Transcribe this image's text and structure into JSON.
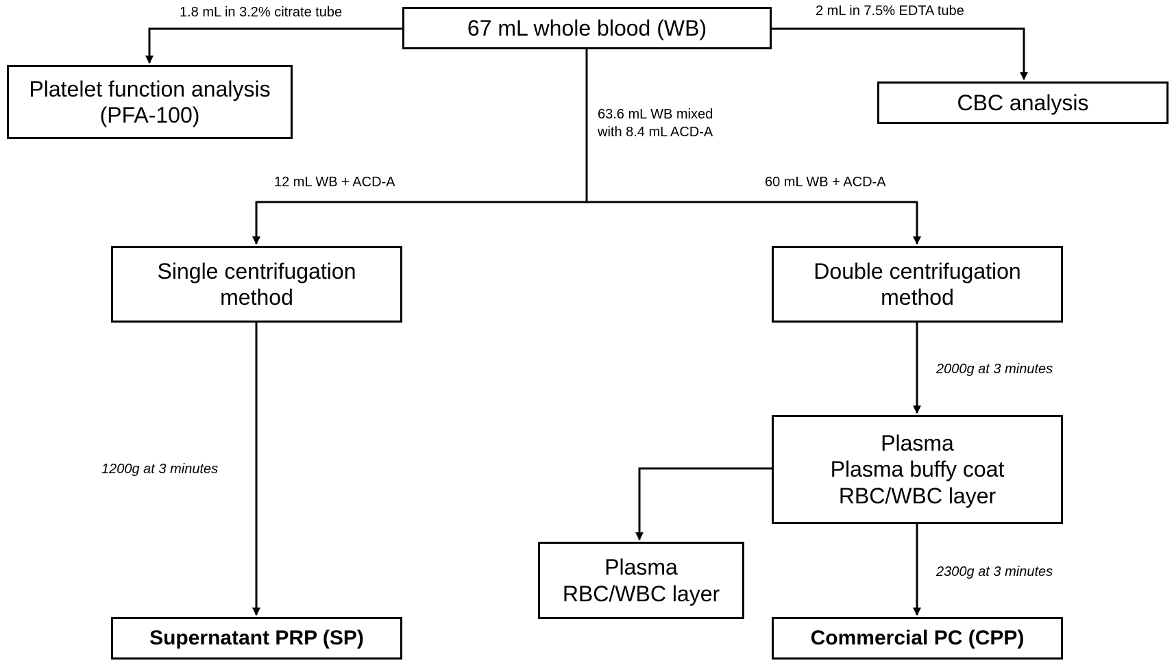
{
  "nodes": {
    "whole_blood": "67 mL whole blood (WB)",
    "platelet_function": [
      "Platelet function analysis",
      "(PFA-100)"
    ],
    "cbc": "CBC analysis",
    "single_centrifugation": [
      "Single centrifugation",
      "method"
    ],
    "double_centrifugation": [
      "Double centrifugation",
      "method"
    ],
    "plasma_layers": [
      "Plasma",
      "Plasma buffy coat",
      "RBC/WBC layer"
    ],
    "plasma_rbc": [
      "Plasma",
      "RBC/WBC layer"
    ],
    "supernatant_prp": "Supernatant PRP (SP)",
    "commercial_pc": "Commercial PC (CPP)"
  },
  "edges": {
    "citrate": "1.8 mL in 3.2% citrate tube",
    "edta": "2 mL in 7.5% EDTA tube",
    "acd_mix": [
      "63.6 mL WB mixed",
      "with 8.4 mL ACD-A"
    ],
    "left_split": "12 mL WB + ACD-A",
    "right_split": "60 mL WB + ACD-A",
    "spin_1200": "1200g at 3 minutes",
    "spin_2000": "2000g at 3 minutes",
    "spin_2300": "2300g at 3 minutes"
  },
  "colors": {
    "line": "#000000",
    "background": "#ffffff"
  }
}
